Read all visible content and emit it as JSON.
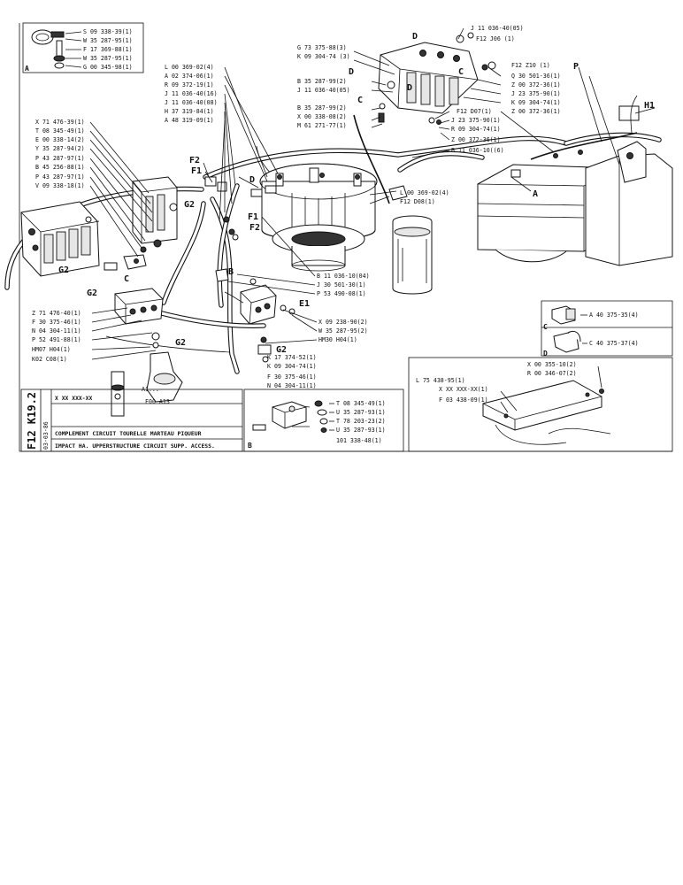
{
  "sheet": {
    "sheet_code": "F12  K19.2",
    "date": "03-03-86",
    "part_placeholder": "X XX XXX-XX",
    "title_fr": "COMPLEMENT   CIRCUIT TOURELLE MARTEAU PIQUEUR",
    "title_en": "IMPACT HA.   UPPERSTRUCTURE CIRCUIT SUPP. ACCESS."
  },
  "inset_a": {
    "label": "A",
    "items": [
      "S 09 338-39(1)",
      "W 35 287-95(1)",
      "F 17 369-88(1)",
      "W 35 287-95(1)",
      "G 00 345-98(1)"
    ]
  },
  "top_center": {
    "items": [
      "J 11 036-40(05)",
      "F12 J06 (1)",
      "G 73 375-88(3)",
      "K 09 304-74 (3)",
      "F12 Z10 (1)",
      "Q 30 501-36(1)",
      "Z 00 372-36(1)",
      "B 35 287-99(2)",
      "J 11 036-40(05)",
      "J 23 375-90(1)",
      "K 09 304-74(1)",
      "B 35 287-99(2)",
      "X 00 338-08(2)",
      "M 61 271-77(1)",
      "F12 D07(1)",
      "J 23 375-90(1)",
      "R 09 304-74(1)",
      "Z 00 372-36(1)",
      "Z 00 372-36(1)",
      "B 11 036-10((6)"
    ]
  },
  "center_upper": {
    "items": [
      "L 00 369-02(4)",
      "A 02 374-06(1)",
      "R 09 372-19(1)",
      "J 11 036-40(16)",
      "J 11 036-40(08)",
      "H 37 319-84(1)",
      "A 48 319-09(1)"
    ]
  },
  "left_column": {
    "items": [
      "X 71 476-39(1)",
      "T 08 345-49(1)",
      "E 00 338-14(2)",
      "Y 35 287-94(2)",
      "P 43 287-97(1)",
      "B 45 256-88(1)",
      "P 43 287-97(1)",
      "V 09 338-18(1)"
    ]
  },
  "center_mid": {
    "items": [
      "L 00 369-02(4)",
      "F12 D08(1)",
      "B 11 036-10(04)",
      "J 30 501-30(1)",
      "P 53 490-08(1)",
      "X 09 238-90(2)",
      "W 35 287-95(2)",
      "HM30 H04(1)"
    ]
  },
  "left_lower": {
    "items": [
      "Z 71 476-40(1)",
      "F 30 375-46(1)",
      "N 04 304-11(1)",
      "P 52 491-88(1)",
      "HM07 H04(1)",
      "K02 C08(1)",
      "A1...",
      "F00 A13"
    ]
  },
  "bottom_center": {
    "items": [
      "K 17 374-52(1)",
      "K 09 304-74(1)",
      "F 30 375-46(1)",
      "N 04 304-11(1)",
      "T 08 345-49(1)",
      "U 35 287-93(1)",
      "T 78 203-23(2)",
      "U 35 287-93(1)",
      "101 338-48(1)"
    ],
    "detail_label": "B"
  },
  "inset_c": {
    "label": "C",
    "item": "A 40 375-35(4)"
  },
  "inset_d": {
    "label": "D",
    "item": "C 40 375-37(4)"
  },
  "inset_bottom_right": {
    "items": [
      "L 75 438-95(1)",
      "X XX XXX-XX(1)",
      "F 03 438-09(1)",
      "X 00 355-10(2)",
      "R 00 346-07(2)"
    ]
  },
  "markers": {
    "A": "A",
    "B": "B",
    "C": "C",
    "D": "D",
    "E1": "E1",
    "F1": "F1",
    "F2": "F2",
    "G2": "G2",
    "H1": "H1",
    "P": "P"
  }
}
